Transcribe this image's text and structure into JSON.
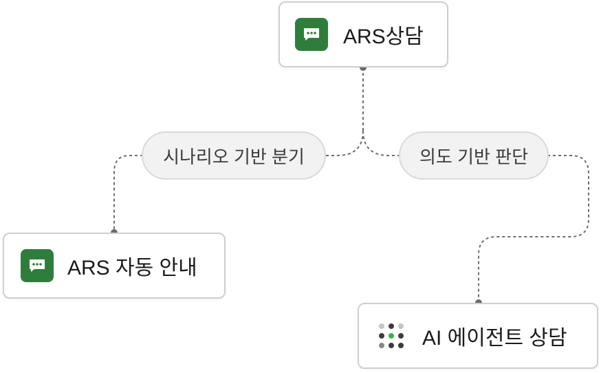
{
  "nodes": {
    "root": {
      "label": "ARS상담",
      "icon": "chat-bubble-icon"
    },
    "left": {
      "label": "ARS 자동 안내",
      "icon": "chat-bubble-icon"
    },
    "right": {
      "label": "AI 에이전트 상담",
      "icon": "dot-grid-icon"
    }
  },
  "edges": {
    "left_label": "시나리오 기반 분기",
    "right_label": "의도 기반 판단"
  },
  "colors": {
    "icon_green": "#2f7d3c",
    "connector": "#6b6b6b",
    "node_border": "#cfcfcf"
  }
}
